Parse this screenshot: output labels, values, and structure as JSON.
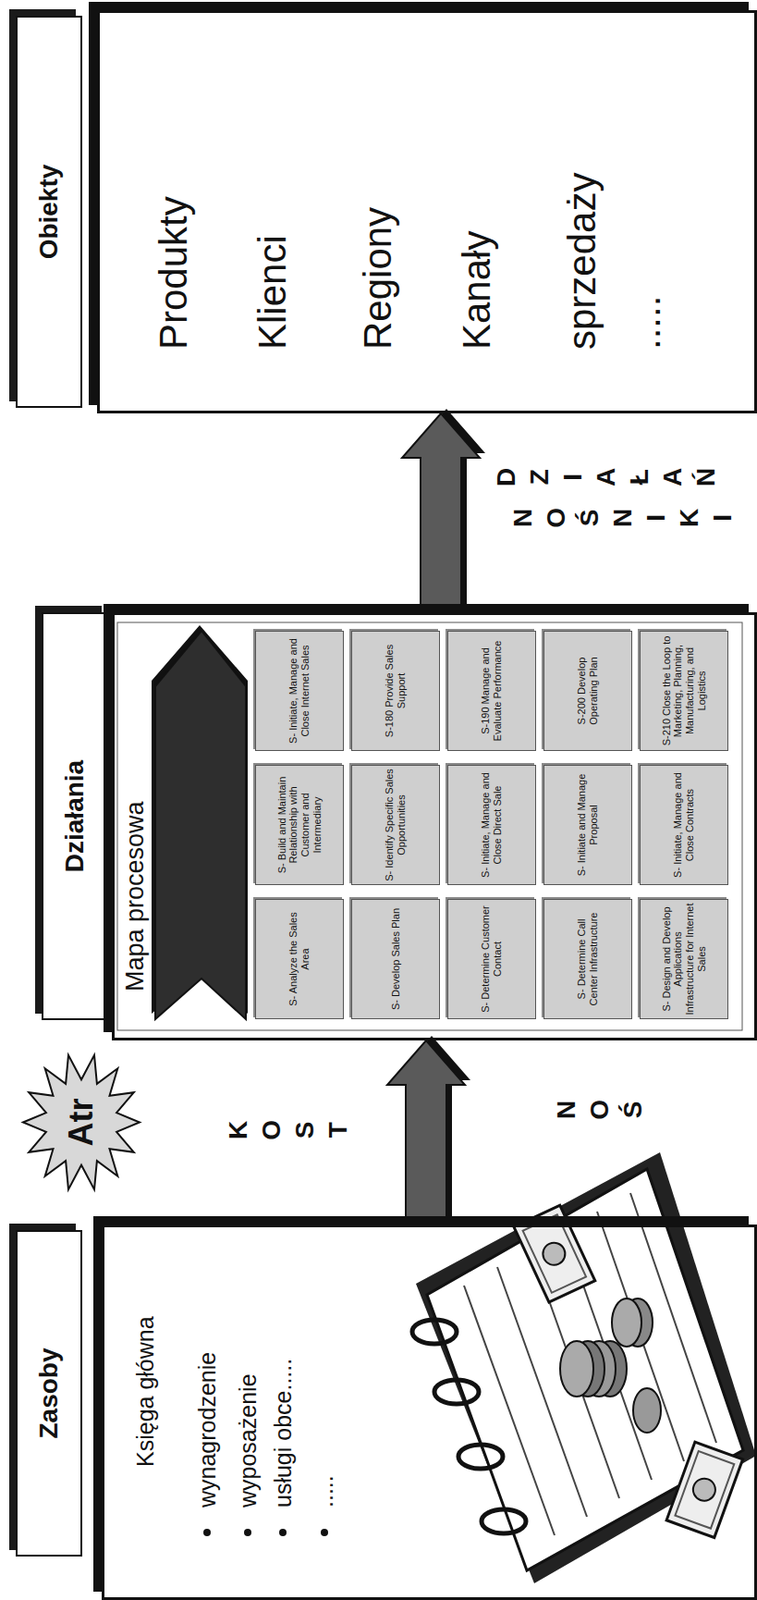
{
  "diagram": {
    "nodes": [
      {
        "text": [
          "Zasoby"
        ]
      },
      {
        "text": [
          "Księga główna",
          "wynagrodzenie",
          "wyposażenie",
          "usługi obce.....",
          "....."
        ]
      },
      {
        "text": [
          "Atr"
        ]
      },
      {
        "text": [
          "Działania"
        ]
      },
      {
        "text": [
          "Mapa procesowa"
        ]
      },
      {
        "text": [
          "S- Analyze the Sales Area"
        ],
        "in": 4
      },
      {
        "text": [
          "S- Build and Maintain Relationship with Customer and Intermediary"
        ],
        "in": 4
      },
      {
        "text": [
          "S- Initiate, Manage and Close Internet Sales"
        ],
        "in": 4
      },
      {
        "text": [
          "S- Develop Sales Plan"
        ],
        "in": 4
      },
      {
        "text": [
          "S- Identify Specific Sales Opportunities"
        ],
        "in": 4
      },
      {
        "text": [
          "S-180 Provide Sales Support"
        ],
        "in": 4
      },
      {
        "text": [
          "S- Determine Customer Contact"
        ],
        "in": 4
      },
      {
        "text": [
          "S- Initiate, Manage and Close Direct Sale"
        ],
        "in": 4
      },
      {
        "text": [
          "S-190 Manage and Evaluate Performance"
        ],
        "in": 4
      },
      {
        "text": [
          "S- Determine Call Center Infrastructure"
        ],
        "in": 4
      },
      {
        "text": [
          "S- Initiate and Manage Proposal"
        ],
        "in": 4
      },
      {
        "text": [
          "S-200 Develop Operating Plan"
        ],
        "in": 4
      },
      {
        "text": [
          "S- Design and Develop Applications Infrastructure for Internet Sales"
        ],
        "in": 4
      },
      {
        "text": [
          "S- Initiate, Manage and Close Contracts"
        ],
        "in": 4
      },
      {
        "text": [
          "S-210 Close the Loop to Marketing, Planning, Manufacturing, and Logistics"
        ],
        "in": 4
      },
      {
        "text": [
          "Obiekty"
        ]
      },
      {
        "text": [
          "Produkty",
          "Klienci",
          "Regiony",
          "Kanały sprzedaży",
          "....."
        ]
      }
    ],
    "edges": [
      {
        "from": 1,
        "to": 4,
        "arrow": "to"
      },
      {
        "from": 4,
        "to": 21,
        "arrow": "to"
      }
    ],
    "labels": [
      "KOST",
      "NOŚ",
      "NOŚNIKI",
      "DZIAŁAŃ"
    ]
  }
}
